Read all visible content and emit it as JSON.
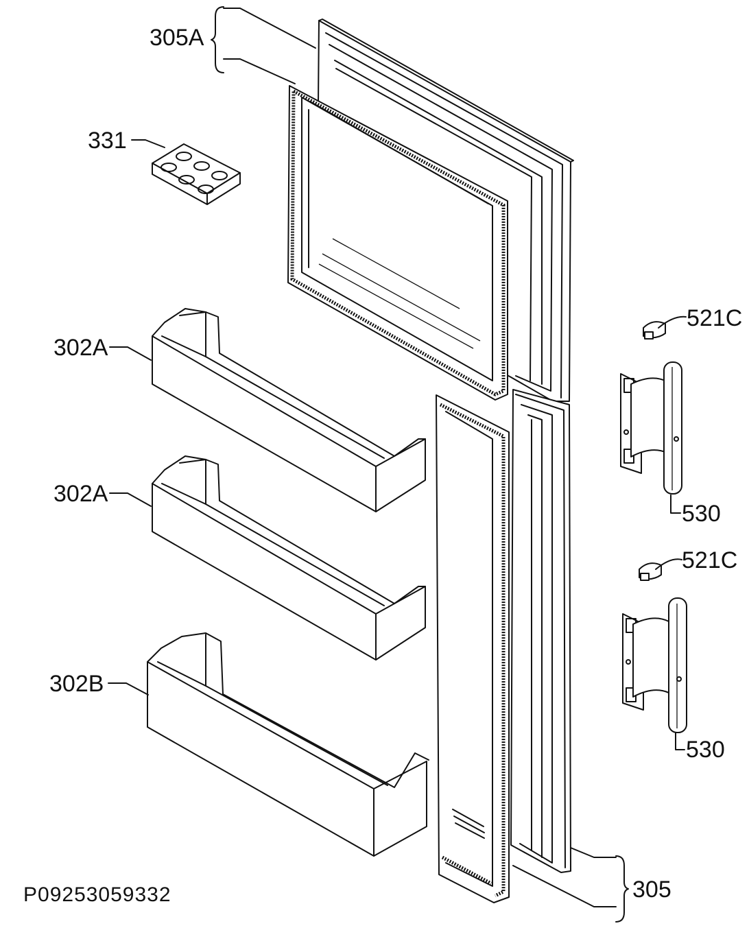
{
  "labels": {
    "top_door": "305A",
    "bottom_door": "305",
    "egg_tray": "331",
    "shelf_1": "302A",
    "shelf_2": "302A",
    "shelf_3": "302B",
    "cap_1": "521C",
    "cap_2": "521C",
    "handle_1": "530",
    "handle_2": "530",
    "document_id": "P09253059332"
  }
}
